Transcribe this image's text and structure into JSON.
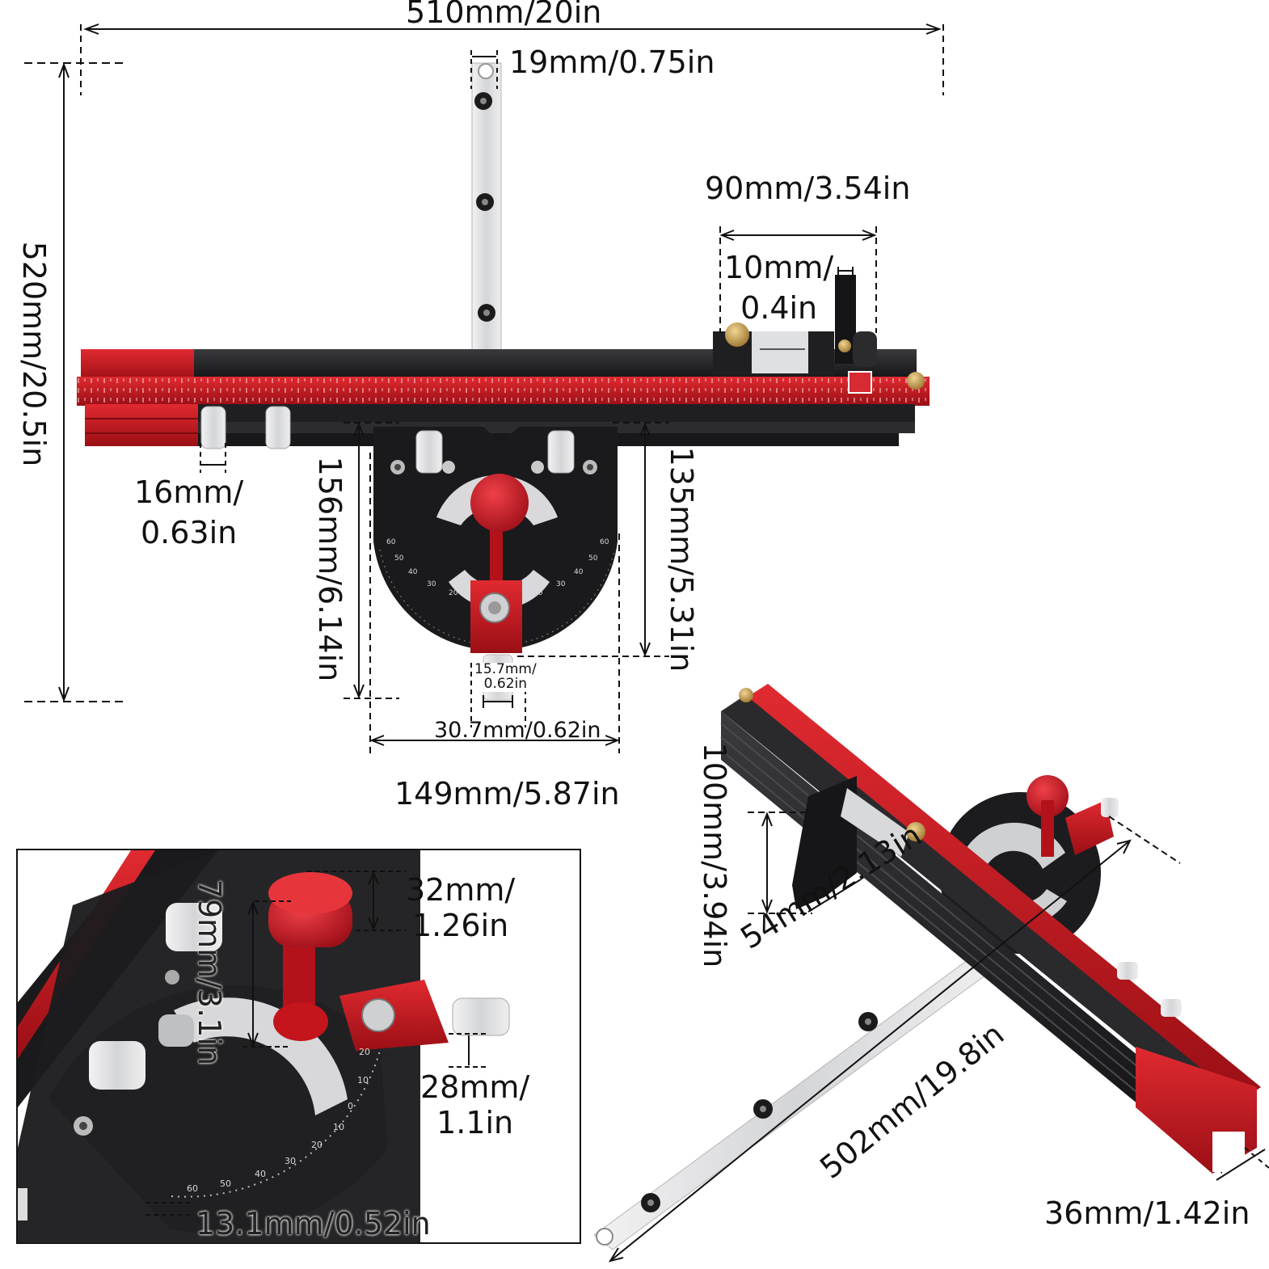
{
  "colors": {
    "red": "#c4141c",
    "red_dark": "#8e0c12",
    "black": "#1c1c1e",
    "black_light": "#36363a",
    "silver": "#d9dadc",
    "brass": "#c9a25a",
    "line": "#111111"
  },
  "dimensions": {
    "overall_width": "510mm/20in",
    "bar_width": "19mm/0.75in",
    "stop_width": "90mm/3.54in",
    "stop_thickness_1": "10mm/",
    "stop_thickness_2": "0.4in",
    "overall_height": "520mm/20.5in",
    "knob_width_1": "16mm/",
    "knob_width_2": "0.63in",
    "head_height": "156mm/6.14in",
    "head_height_2": "135mm/5.31in",
    "pin_width_1": "15.7mm/",
    "pin_width_2": "0.62in",
    "base_width": "30.7mm/0.62in",
    "head_width": "149mm/5.87in",
    "fence_height": "100mm/3.94in",
    "stop_depth": "54mm/2.13in",
    "bar_length": "502mm/19.8in",
    "fence_depth": "36mm/1.42in",
    "knob_height_1": "32mm/",
    "knob_height_2": "1.26in",
    "post_height": "79mm/3.1in",
    "thumb_1": "28mm/",
    "thumb_2": "1.1in",
    "scale_thickness": "13.1mm/0.52in"
  },
  "protractor_ticks": [
    "60",
    "50",
    "40",
    "30",
    "20",
    "20",
    "30",
    "40",
    "50",
    "60"
  ],
  "inset_ticks": [
    "20",
    "10",
    "0",
    "10",
    "20",
    "30",
    "40",
    "50",
    "60"
  ]
}
